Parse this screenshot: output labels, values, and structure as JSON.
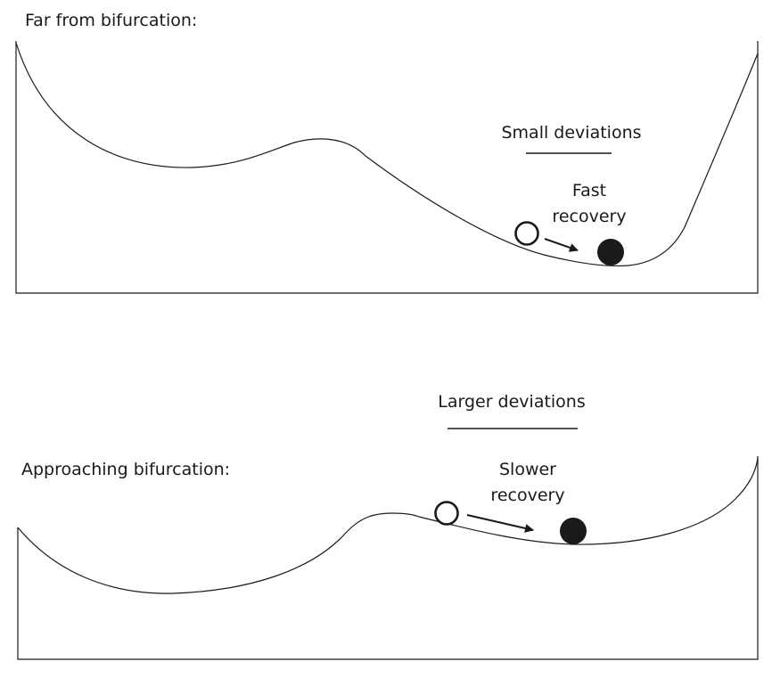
{
  "panels": {
    "far": {
      "title": "Far from bifurcation:",
      "deviation_label": "Small deviations",
      "recovery_line1": "Fast",
      "recovery_line2": "recovery"
    },
    "approaching": {
      "title": "Approaching bifurcation:",
      "deviation_label": "Larger deviations",
      "recovery_line1": "Slower",
      "recovery_line2": "recovery"
    }
  },
  "colors": {
    "ink": "#1a1a1a",
    "background": "#ffffff"
  }
}
